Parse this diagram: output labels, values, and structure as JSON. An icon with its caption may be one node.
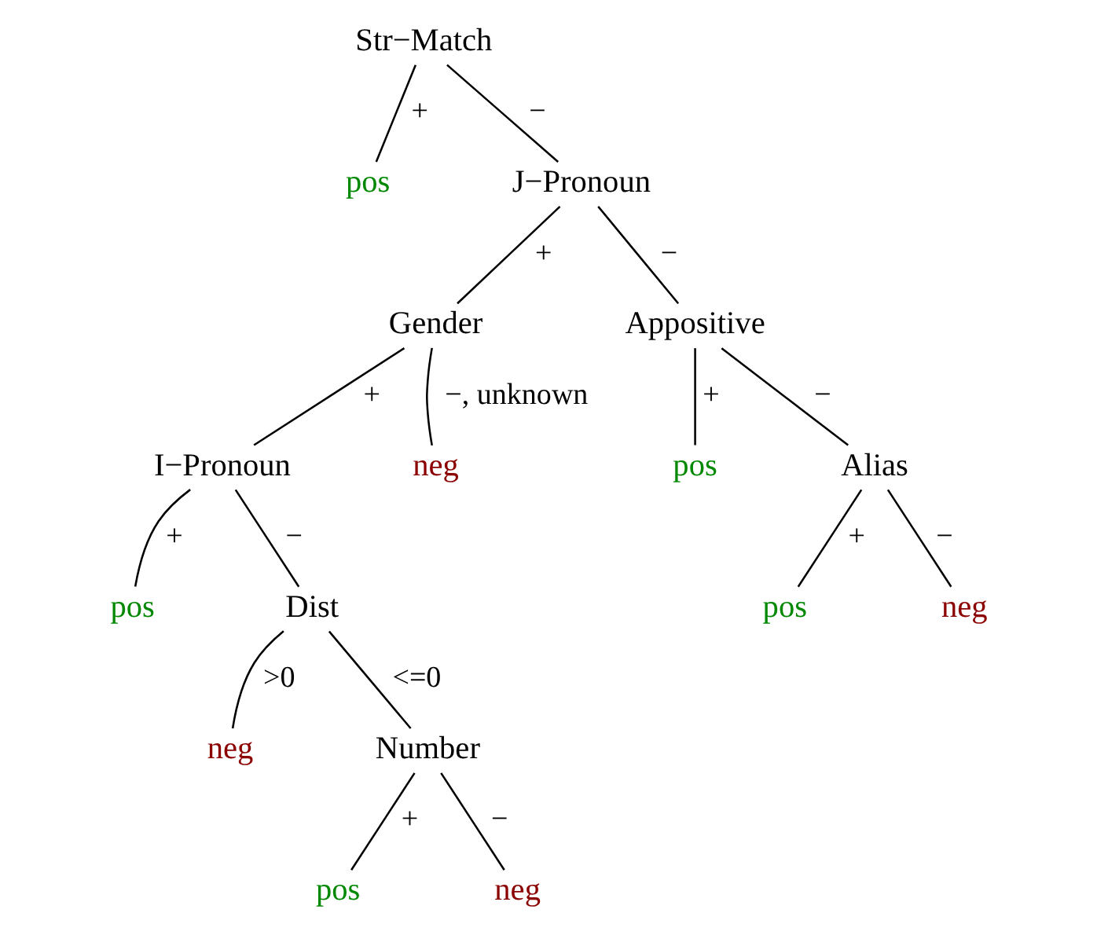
{
  "diagram": {
    "nodes": [
      {
        "text": [
          "Str−Match"
        ]
      },
      {
        "text": [
          "pos"
        ]
      },
      {
        "text": [
          "J−Pronoun"
        ]
      },
      {
        "text": [
          "Gender"
        ]
      },
      {
        "text": [
          "Appositive"
        ]
      },
      {
        "text": [
          "I−Pronoun"
        ]
      },
      {
        "text": [
          "neg"
        ]
      },
      {
        "text": [
          "pos"
        ]
      },
      {
        "text": [
          "Alias"
        ]
      },
      {
        "text": [
          "pos"
        ]
      },
      {
        "text": [
          "Dist"
        ]
      },
      {
        "text": [
          "pos"
        ]
      },
      {
        "text": [
          "neg"
        ]
      },
      {
        "text": [
          "neg"
        ]
      },
      {
        "text": [
          "Number"
        ]
      },
      {
        "text": [
          "pos"
        ]
      },
      {
        "text": [
          "neg"
        ]
      }
    ],
    "edges": [
      {
        "from": 0,
        "to": 1,
        "arrow": "none",
        "label": "+"
      },
      {
        "from": 0,
        "to": 2,
        "arrow": "none",
        "label": "−"
      },
      {
        "from": 2,
        "to": 3,
        "arrow": "none",
        "label": "+"
      },
      {
        "from": 2,
        "to": 4,
        "arrow": "none",
        "label": "−"
      },
      {
        "from": 3,
        "to": 5,
        "arrow": "none",
        "label": "+"
      },
      {
        "from": 3,
        "to": 6,
        "arrow": "none",
        "label": "−, unknown"
      },
      {
        "from": 4,
        "to": 7,
        "arrow": "none",
        "label": "+"
      },
      {
        "from": 4,
        "to": 8,
        "arrow": "none",
        "label": "−"
      },
      {
        "from": 5,
        "to": 9,
        "arrow": "none",
        "label": "+"
      },
      {
        "from": 5,
        "to": 10,
        "arrow": "none",
        "label": "−"
      },
      {
        "from": 8,
        "to": 11,
        "arrow": "none",
        "label": "+"
      },
      {
        "from": 8,
        "to": 12,
        "arrow": "none",
        "label": "−"
      },
      {
        "from": 10,
        "to": 13,
        "arrow": "none",
        "label": ">0"
      },
      {
        "from": 10,
        "to": 14,
        "arrow": "none",
        "label": "<=0"
      },
      {
        "from": 14,
        "to": 15,
        "arrow": "none",
        "label": "+"
      },
      {
        "from": 14,
        "to": 16,
        "arrow": "none",
        "label": "−"
      }
    ]
  }
}
